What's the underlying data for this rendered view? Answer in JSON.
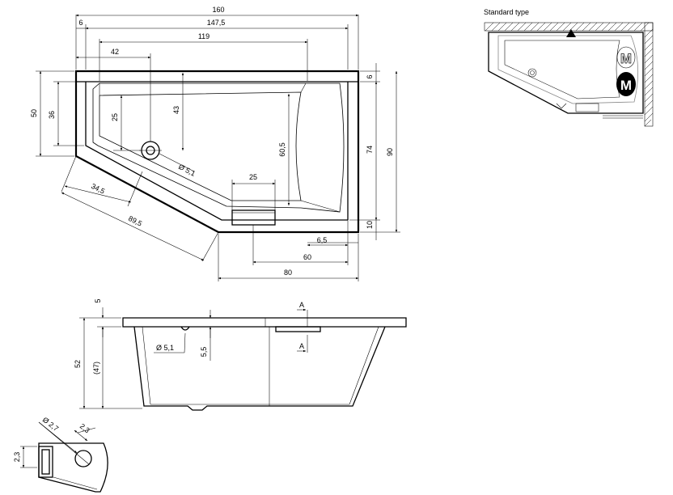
{
  "top_view": {
    "dims": {
      "total_length": "160",
      "offset_left": "6",
      "inner_length": "147,5",
      "basin_length": "119",
      "drain_x": "42",
      "width_left": "50",
      "basin_left": "36",
      "drain_y": "25",
      "drain_depth": "43",
      "basin_depth": "60,5",
      "panel": "25",
      "drain_diameter": "Ø 5,1",
      "inner_width": "74",
      "total_width": "90",
      "rim_top": "6",
      "rim_bottom": "10",
      "diag_short": "34,5",
      "diag_long": "89,5",
      "right_offset": "6,5",
      "bottom_inner": "60",
      "bottom_total": "80"
    }
  },
  "side_view": {
    "dims": {
      "rim": "5",
      "height": "52",
      "inner_height": "(47)",
      "drain_diameter": "Ø 5,1",
      "drain_offset": "5,5",
      "section_a_top": "A",
      "section_a_bottom": "A"
    }
  },
  "detail_view": {
    "dims": {
      "diameter": "Ø 2,7",
      "offset": "2,3",
      "height": "2,3"
    }
  },
  "standard_type": {
    "label": "Standard type",
    "logo_outline": "M",
    "logo_filled": "M"
  }
}
